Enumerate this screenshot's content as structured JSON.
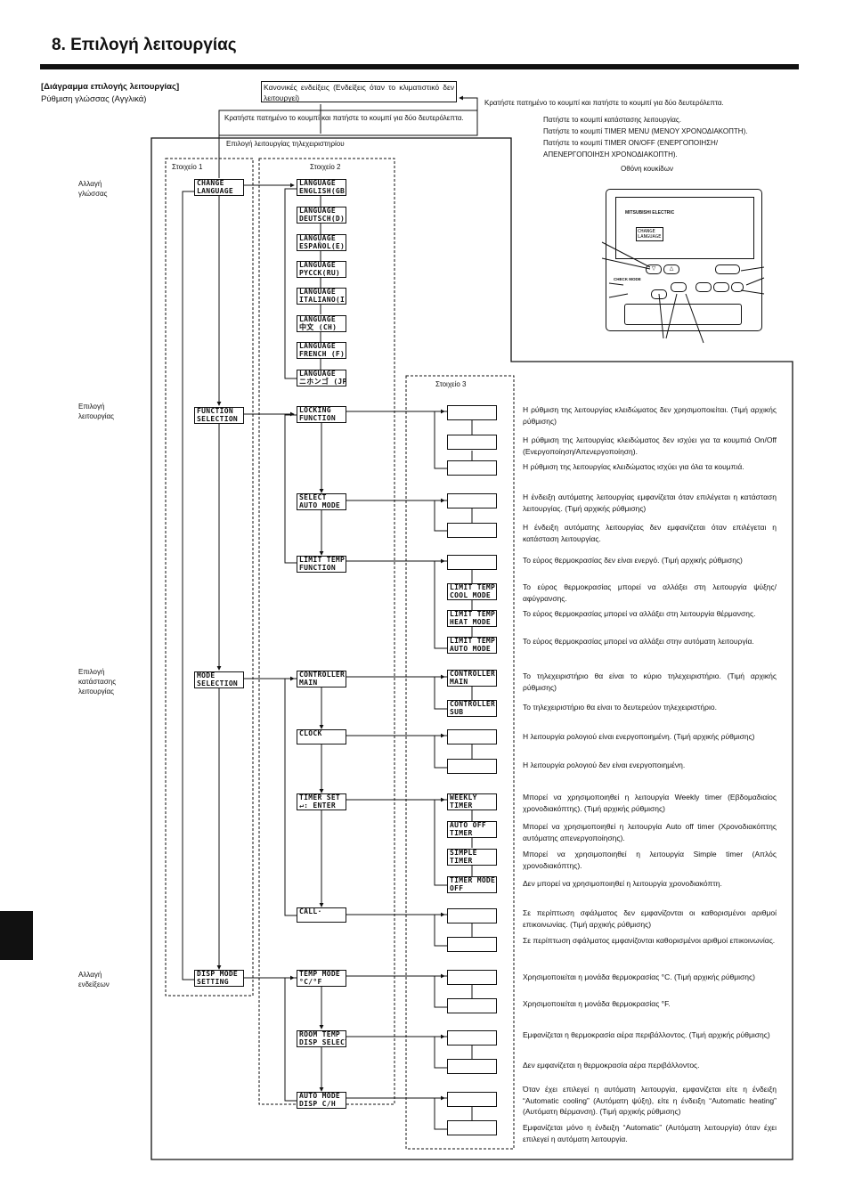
{
  "page": {
    "title": "8. Επιλογή λειτουργίας"
  },
  "header": {
    "diagram_title": "[Διάγραμμα επιλογής λειτουργίας]",
    "diagram_subtitle": "Ρύθμιση γλώσσας (Αγγλικά)",
    "normal_display_note": "Κανονικές ενδείξεις (Ενδείξεις όταν το κλιματιστικό δεν λειτουργεί)",
    "hold_button_right": "Κρατήστε πατημένο το κουμπί    και πατήστε το κουμπί    για δύο δευτερόλεπτα.",
    "hold_button_left": "Κρατήστε πατημένο το κουμπί    και πατήστε το κουμπί    για δύο δευτερόλεπτα.",
    "remote_function_label": "Επιλογή λειτουργίας τηλεχειριστηρίου",
    "press_instructions": [
      "Πατήστε το κουμπί κατάστασης λειτουργίας.",
      "Πατήστε το κουμπί TIMER MENU (ΜΕΝΟΥ ΧΡΟΝΟΔΙΑΚΟΠΤΗ).",
      "Πατήστε το κουμπί TIMER ON/OFF (ΕΝΕΡΓΟΠΟΙΗΣΗ/",
      "ΑΠΕΝΕΡΓΟΠΟΙΗΣΗ ΧΡΟΝΟΔΙΑΚΟΠΤΗ)."
    ],
    "lcd_screen_label": "Οθόνη κουκίδων"
  },
  "remote": {
    "brand": "MITSUBISHI ELECTRIC",
    "screen_text": [
      "CHANGE",
      "LANGUAGE"
    ],
    "check_label": "CHECK MODE"
  },
  "columns": {
    "item1": "Στοιχείο 1",
    "item2": "Στοιχείο 2",
    "item3": "Στοιχείο 3"
  },
  "left_labels": {
    "language": [
      "Αλλαγή",
      "γλώσσας"
    ],
    "function": [
      "Επιλογή",
      "λειτουργίας"
    ],
    "mode": [
      "Επιλογή",
      "κατάστασης",
      "λειτουργίας"
    ],
    "display": [
      "Αλλαγή",
      "ενδείξεων"
    ]
  },
  "item1": {
    "change_language": [
      "CHANGE",
      "LANGUAGE"
    ],
    "function_selection": [
      "FUNCTION",
      "SELECTION"
    ],
    "mode_selection": [
      "MODE",
      "SELECTION"
    ],
    "disp_mode_setting": [
      "DISP MODE",
      "SETTING"
    ]
  },
  "languages": [
    [
      "LANGUAGE",
      "ENGLISH(GB)"
    ],
    [
      "LANGUAGE",
      "DEUTSCH(D)"
    ],
    [
      "LANGUAGE",
      "ESPAÑOL(E)"
    ],
    [
      "LANGUAGE",
      "PYCCK(RU)"
    ],
    [
      "LANGUAGE",
      "ITALIANO(I)"
    ],
    [
      "LANGUAGE",
      "中文 (CH)"
    ],
    [
      "LANGUAGE",
      "FRENCH (F)"
    ],
    [
      "LANGUAGE",
      "ニホンゴ (JP)"
    ]
  ],
  "item2": {
    "locking": [
      "LOCKING",
      "FUNCTION"
    ],
    "auto_mode": [
      "SELECT",
      "AUTO MODE"
    ],
    "limit_temp": [
      "LIMIT TEMP",
      "FUNCTION"
    ],
    "controller": [
      "CONTROLLER",
      "MAIN"
    ],
    "clock": [
      "CLOCK",
      ""
    ],
    "timer_set": [
      "TIMER SET",
      "↵: ENTER"
    ],
    "call": [
      "CALL·",
      ""
    ],
    "temp_mode": [
      "TEMP MODE",
      "°C/°F"
    ],
    "room_temp": [
      "ROOM TEMP",
      "DISP SELECT"
    ],
    "auto_disp": [
      "AUTO MODE",
      "DISP C/H"
    ]
  },
  "item3": {
    "limit_cool": [
      "LIMIT TEMP",
      "COOL MODE"
    ],
    "limit_heat": [
      "LIMIT TEMP",
      "HEAT MODE"
    ],
    "limit_auto": [
      "LIMIT TEMP",
      "AUTO MODE"
    ],
    "controller_main": [
      "CONTROLLER",
      "MAIN"
    ],
    "controller_sub": [
      "CONTROLLER",
      "SUB"
    ],
    "weekly": [
      "WEEKLY",
      "TIMER"
    ],
    "auto_off": [
      "AUTO OFF",
      "TIMER"
    ],
    "simple": [
      "SIMPLE",
      "TIMER"
    ],
    "timer_off": [
      "TIMER MODE",
      "OFF"
    ]
  },
  "descriptions": {
    "lock1": "Η ρύθμιση της λειτουργίας κλειδώματος δεν χρησιμοποιείται. (Τιμή αρχικής ρύθμισης)",
    "lock2": "Η ρύθμιση της λειτουργίας κλειδώματος δεν ισχύει για τα κουμπιά On/Off (Ενεργοποίηση/Απενεργοποίηση).",
    "lock3": "Η ρύθμιση της λειτουργίας κλειδώματος ισχύει για όλα τα κουμπιά.",
    "auto1": "Η ένδειξη αυτόματης λειτουργίας εμφανίζεται όταν επιλέγεται η κατάσταση λειτουργίας. (Τιμή αρχικής ρύθμισης)",
    "auto2": "Η ένδειξη αυτόματης λειτουργίας δεν εμφανίζεται όταν επιλέγεται η κατάσταση λειτουργίας.",
    "limit1": "Το εύρος θερμοκρασίας δεν είναι ενεργό. (Τιμή αρχικής ρύθμισης)",
    "limit2": "Το εύρος θερμοκρασίας μπορεί να αλλάξει στη λειτουργία ψύξης/αφύγρανσης.",
    "limit3": "Το εύρος θερμοκρασίας μπορεί να αλλάξει στη λειτουργία θέρμανσης.",
    "limit4": "Το εύρος θερμοκρασίας μπορεί να αλλάξει στην αυτόματη λειτουργία.",
    "ctrl1": "Το τηλεχειριστήριο θα είναι το κύριο τηλεχειριστήριο. (Τιμή αρχικής ρύθμισης)",
    "ctrl2": "Το τηλεχειριστήριο θα είναι το δευτερεύον τηλεχειριστήριο.",
    "clock1": "Η λειτουργία ρολογιού είναι ενεργοποιημένη. (Τιμή αρχικής ρύθμισης)",
    "clock2": "Η λειτουργία ρολογιού δεν είναι ενεργοποιημένη.",
    "timer1": "Μπορεί να χρησιμοποιηθεί η λειτουργία Weekly timer (Εβδομαδιαίος χρονοδιακόπτης). (Τιμή αρχικής ρύθμισης)",
    "timer2": "Μπορεί να χρησιμοποιηθεί η λειτουργία Auto off timer (Χρονοδιακόπτης αυτόματης απενεργοποίησης).",
    "timer3": "Μπορεί να χρησιμοποιηθεί η λειτουργία Simple timer (Απλός χρονοδιακόπτης).",
    "timer4": "Δεν μπορεί να χρησιμοποιηθεί η λειτουργία χρονοδιακόπτη.",
    "call1": "Σε περίπτωση σφάλματος δεν εμφανίζονται οι καθορισμένοι αριθμοί επικοινωνίας. (Τιμή αρχικής ρύθμισης)",
    "call2": "Σε περίπτωση σφάλματος εμφανίζονται καθορισμένοι αριθμοί επικοινωνίας.",
    "temp1": "Χρησιμοποιείται η μονάδα θερμοκρασίας °C. (Τιμή αρχικής ρύθμισης)",
    "temp2": "Χρησιμοποιείται η μονάδα θερμοκρασίας °F.",
    "room1": "Εμφανίζεται η θερμοκρασία αέρα περιβάλλοντος. (Τιμή αρχικής ρύθμισης)",
    "room2": "Δεν εμφανίζεται η θερμοκρασία αέρα περιβάλλοντος.",
    "disp1": "Όταν έχει επιλεγεί η αυτόματη λειτουργία, εμφανίζεται είτε η ένδειξη “Automatic cooling” (Αυτόματη ψύξη), είτε η ένδειξη “Automatic heating” (Αυτόματη θέρμανση). (Τιμή αρχικής ρύθμισης)",
    "disp2": "Εμφανίζεται μόνο η ένδειξη “Automatic” (Αυτόματη λειτουργία) όταν έχει επιλεγεί η αυτόματη λειτουργία."
  }
}
